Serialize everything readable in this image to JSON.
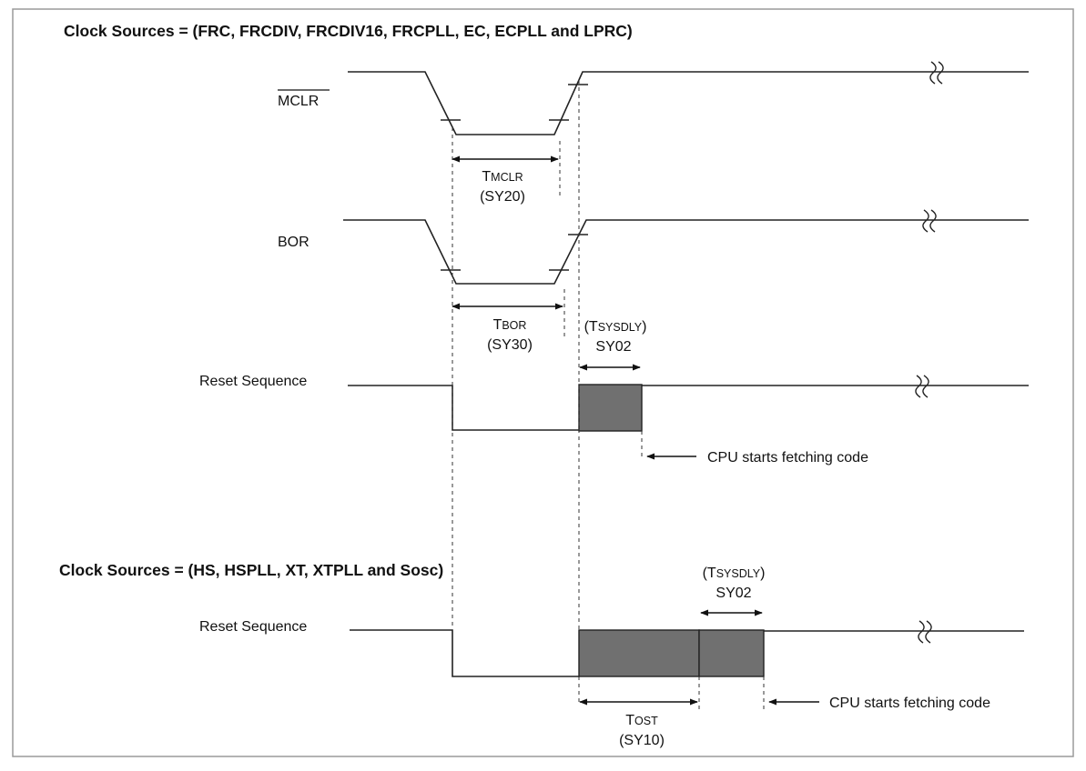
{
  "section1": {
    "heading": "Clock Sources = (FRC, FRCDIV, FRCDIV16, FRCPLL, EC, ECPLL and LPRC)",
    "signals": {
      "mclr": "MCLR",
      "bor": "BOR",
      "reset": "Reset Sequence"
    },
    "tmclr": {
      "main": "T",
      "sub": "MCLR",
      "code": "(SY20)"
    },
    "tbor": {
      "main": "T",
      "sub": "BOR",
      "code": "(SY30)"
    },
    "tsysdly": {
      "open": "(T",
      "sub": "SYSDLY",
      "close": ")",
      "code": "SY02"
    },
    "cpu_note": "CPU starts fetching code"
  },
  "section2": {
    "heading": "Clock Sources = (HS, HSPLL, XT, XTPLL and Sosc)",
    "signals": {
      "reset": "Reset Sequence"
    },
    "tsysdly": {
      "open": "(T",
      "sub": "SYSDLY",
      "close": ")",
      "code": "SY02"
    },
    "tost": {
      "main": "T",
      "sub": "OST",
      "code": "(SY10)"
    },
    "cpu_note": "CPU starts fetching code"
  },
  "colors": {
    "box_fill": "#707070",
    "line": "#222222",
    "frame": "#9a9a9a"
  }
}
